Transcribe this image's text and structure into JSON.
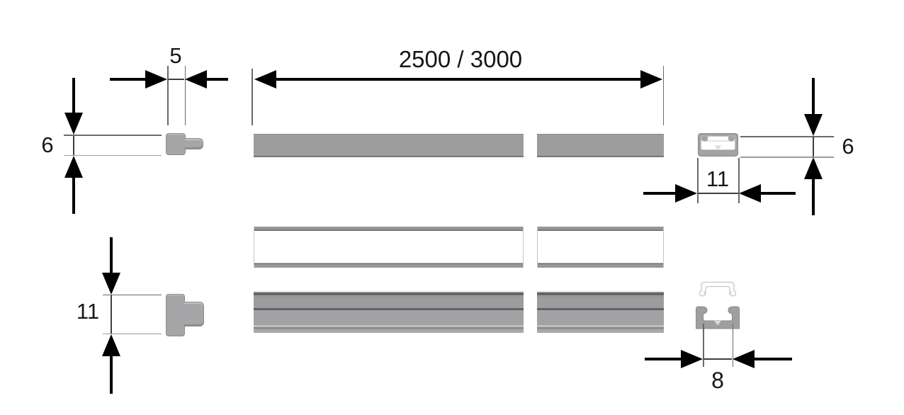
{
  "drawing": {
    "top_left_cap": {
      "width_label": "5",
      "height_label": "6"
    },
    "top_bar": {
      "length_label": "2500 / 3000"
    },
    "top_right_section": {
      "width_label": "11",
      "height_label": "6"
    },
    "bottom_left_cap": {
      "height_label": "11"
    },
    "bottom_right_section": {
      "inner_width_label": "8"
    }
  },
  "colors": {
    "profile_gray": "#9d9d9f",
    "cap_gray": "#a6a6a8",
    "dim_line_black": "#000000",
    "outline_light_gray": "#c6c6c8",
    "background": "#ffffff"
  }
}
